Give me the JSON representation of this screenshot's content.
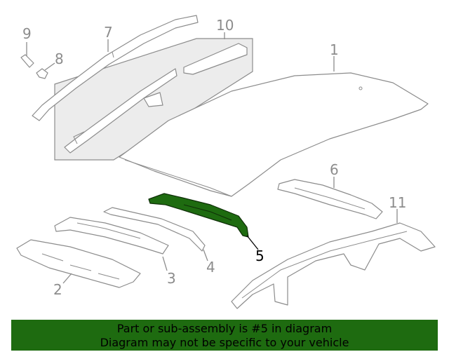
{
  "callouts": {
    "c1": "1",
    "c2": "2",
    "c3": "3",
    "c4": "4",
    "c5": "5",
    "c6": "6",
    "c7": "7",
    "c8": "8",
    "c9": "9",
    "c10": "10",
    "c11": "11"
  },
  "highlighted_part": "5",
  "colors": {
    "highlight": "#1e6b10",
    "line": "#8c8c8c",
    "banner": "#1e6b10"
  },
  "banner": {
    "line1": "Part or sub-assembly is #5 in diagram",
    "line2": "Diagram may not be specific to your vehicle"
  }
}
